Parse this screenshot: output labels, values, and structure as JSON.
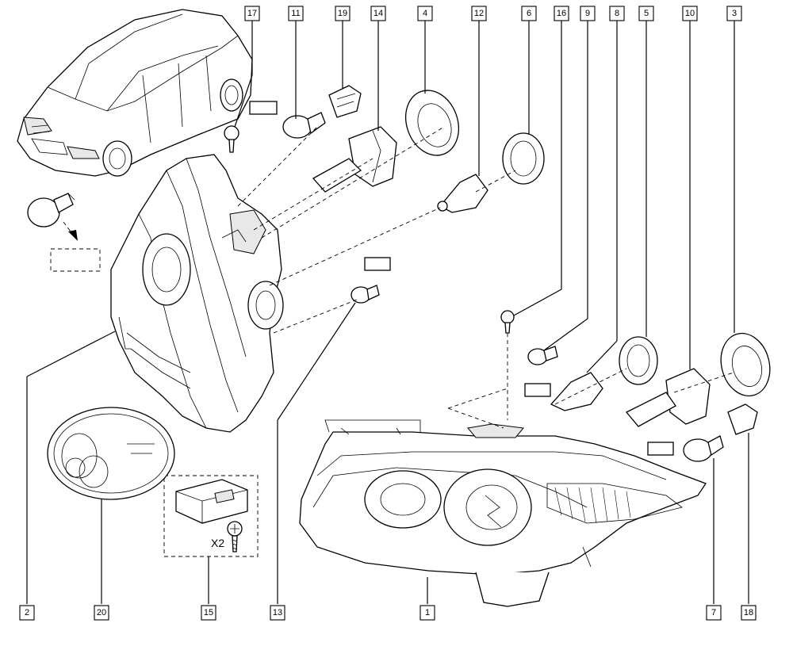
{
  "diagram": {
    "callouts_top": [
      "17",
      "11",
      "19",
      "14",
      "4",
      "12",
      "6",
      "16",
      "9",
      "8",
      "5",
      "10",
      "3"
    ],
    "callouts_bottom": [
      "2",
      "20",
      "15",
      "13",
      "1",
      "7",
      "18"
    ],
    "quantity_label": "X2"
  }
}
